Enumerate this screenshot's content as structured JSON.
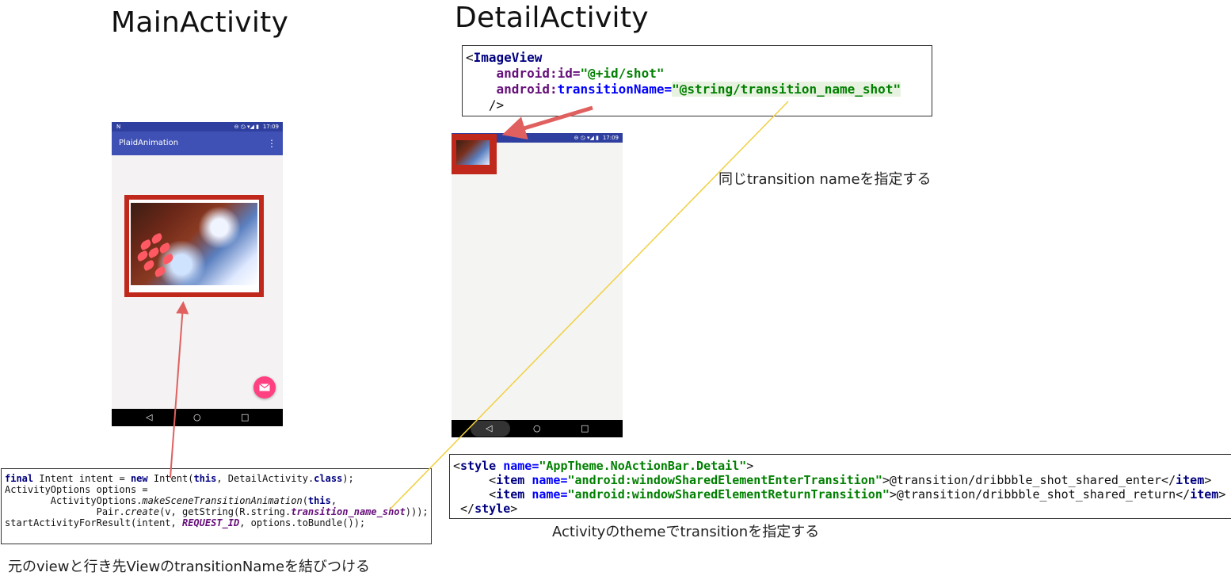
{
  "headings": {
    "main": "MainActivity",
    "detail": "DetailActivity"
  },
  "main_phone": {
    "status_time": "17:09",
    "status_left": "N",
    "app_title": "PlaidAnimation",
    "menu_icon": "⋮",
    "fab_icon": "envelope-icon",
    "nav": [
      "◁",
      "○",
      "□"
    ]
  },
  "detail_phone": {
    "status_time": "17:09",
    "nav": [
      "◁",
      "○",
      "□"
    ]
  },
  "code_imageview": {
    "l1_tag_open": "<",
    "l1_tag": "ImageView",
    "l2_attr": "android:id=",
    "l2_val": "\"@+id/shot\"",
    "l3_attr_ns": "android:",
    "l3_attr": "transitionName=",
    "l3_val": "\"@string/transition_name_shot\"",
    "l4_close": "/>"
  },
  "code_java": {
    "l1_kw1": "final",
    "l1_a": " Intent intent = ",
    "l1_kw2": "new",
    "l1_b": " Intent(",
    "l1_kw3": "this",
    "l1_c": ", DetailActivity.",
    "l1_kw4": "class",
    "l1_d": ");",
    "l2": "ActivityOptions options =",
    "l3_a": "        ActivityOptions.",
    "l3_method": "makeSceneTransitionAnimation",
    "l3_b": "(",
    "l3_kw": "this",
    "l3_c": ",",
    "l4_a": "                Pair.",
    "l4_method": "create",
    "l4_b": "(v, getString(R.string.",
    "l4_field": "transition_name_shot",
    "l4_c": ")));",
    "l5_a": "startActivityForResult(intent, ",
    "l5_const": "REQUEST_ID",
    "l5_b": ", options.toBundle());"
  },
  "code_style": {
    "l1_open": "<",
    "l1_tag": "style",
    "l1_attr": " name=",
    "l1_val": "\"AppTheme.NoActionBar.Detail\"",
    "l1_close": ">",
    "l2_indent": "     <",
    "l2_tag": "item",
    "l2_attr": " name=",
    "l2_val": "\"android:windowSharedElementEnterTransition\"",
    "l2_text": ">@transition/dribbble_shot_shared_enter</",
    "l2_endtag": "item",
    "l2_end": ">",
    "l3_indent": "     <",
    "l3_tag": "item",
    "l3_attr": " name=",
    "l3_val": "\"android:windowSharedElementReturnTransition\"",
    "l3_text": ">@transition/dribbble_shot_shared_return</",
    "l3_endtag": "item",
    "l3_end": ">",
    "l4_open": " </",
    "l4_tag": "style",
    "l4_close": ">"
  },
  "captions": {
    "same_name": "同じtransition nameを指定する",
    "theme": "Activityのthemeでtransitionを指定する",
    "link": "元のviewと行き先ViewのtransitionNameを結びつける"
  },
  "colors": {
    "highlight_red": "#c0281c",
    "arrow_red": "#e06060",
    "connector_yellow": "#f0d040",
    "appbar": "#3f51b5",
    "fab": "#ff4081"
  }
}
